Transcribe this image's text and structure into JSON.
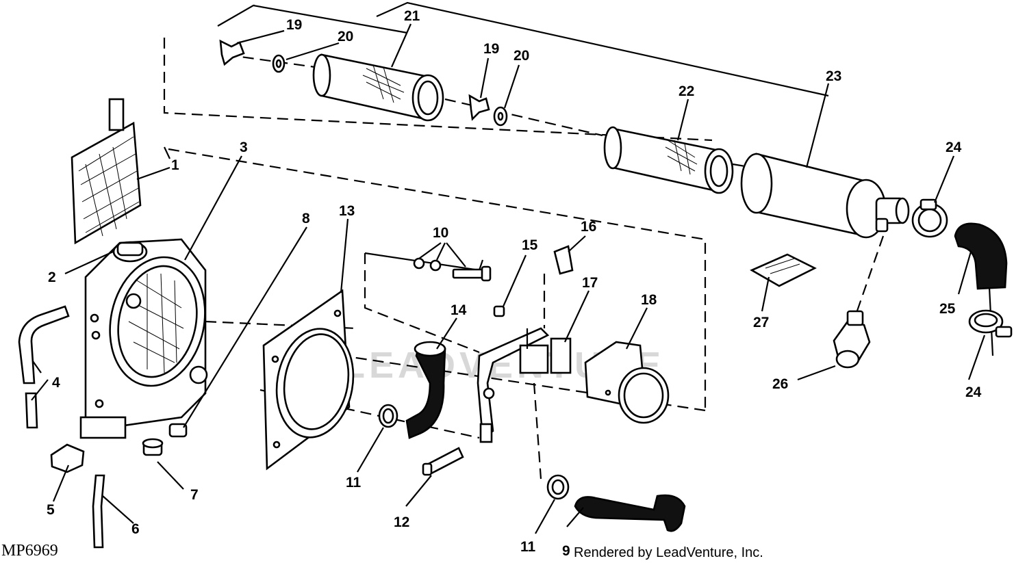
{
  "diagram": {
    "figure_id": "MP6969",
    "credit": "Rendered by LeadVenture, Inc.",
    "watermark": "LEADVENTURE",
    "callouts": {
      "c1": "1",
      "c2": "2",
      "c3": "3",
      "c4": "4",
      "c5": "5",
      "c6": "6",
      "c7": "7",
      "c8": "8",
      "c9": "9",
      "c10": "10",
      "c11a": "11",
      "c11b": "11",
      "c12": "12",
      "c13": "13",
      "c14": "14",
      "c15": "15",
      "c16": "16",
      "c17": "17",
      "c18": "18",
      "c19a": "19",
      "c19b": "19",
      "c20a": "20",
      "c20b": "20",
      "c21": "21",
      "c22": "22",
      "c23": "23",
      "c24a": "24",
      "c24b": "24",
      "c25": "25",
      "c26": "26",
      "c27": "27"
    }
  }
}
